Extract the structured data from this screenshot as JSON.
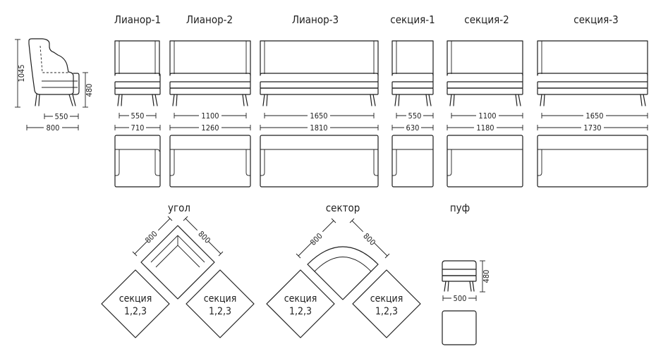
{
  "titles": {
    "lianor1": "Лианор-1",
    "lianor2": "Лианор-2",
    "lianor3": "Лианор-3",
    "section1": "секция-1",
    "section2": "секция-2",
    "section3": "секция-3",
    "corner": "угол",
    "sector": "сектор",
    "pouf": "пуф"
  },
  "armchair": {
    "height": "1045",
    "seat_height": "480",
    "seat_depth": "550",
    "depth": "800"
  },
  "dims": {
    "lianor1": {
      "inner": "550",
      "outer": "710"
    },
    "lianor2": {
      "inner": "1100",
      "outer": "1260"
    },
    "lianor3": {
      "inner": "1650",
      "outer": "1810"
    },
    "section1": {
      "inner": "550",
      "outer": "630"
    },
    "section2": {
      "inner": "1100",
      "outer": "1180"
    },
    "section3": {
      "inner": "1650",
      "outer": "1730"
    }
  },
  "corner": {
    "dim_left": "800",
    "dim_right": "800"
  },
  "sector": {
    "dim_left": "800",
    "dim_right": "800"
  },
  "pouf": {
    "height": "480",
    "width": "500"
  },
  "diamond": {
    "line1": "секция",
    "line2": "1,2,3"
  }
}
